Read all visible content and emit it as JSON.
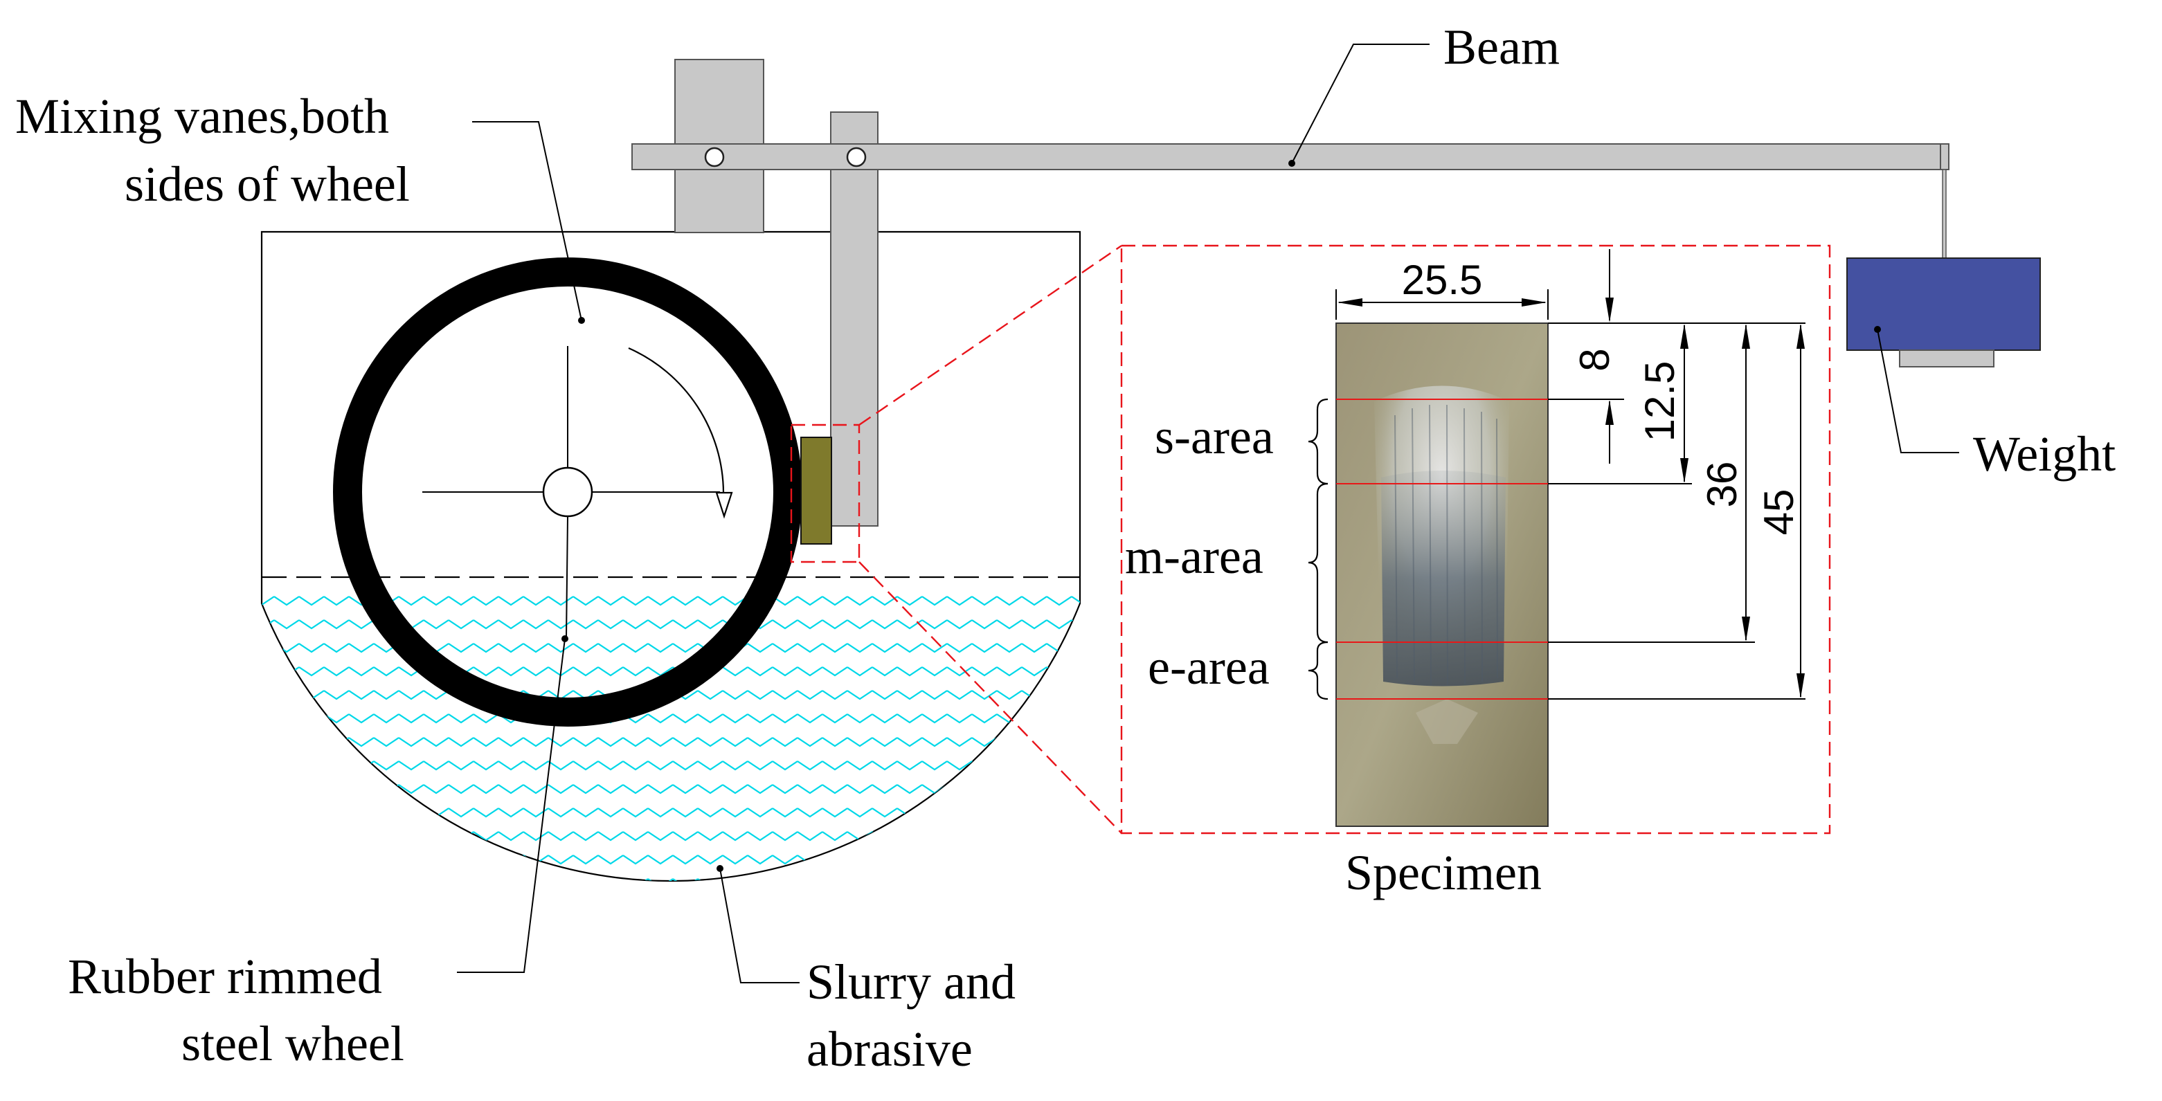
{
  "labels": {
    "beam": "Beam",
    "mixing_vanes_line1": "Mixing vanes,both",
    "mixing_vanes_line2": "sides of wheel",
    "weight": "Weight",
    "rubber_wheel_line1": "Rubber rimmed",
    "rubber_wheel_line2": "steel wheel",
    "slurry_line1": "Slurry and",
    "slurry_line2": "abrasive",
    "specimen": "Specimen",
    "s_area": "s-area",
    "m_area": "m-area",
    "e_area": "e-area"
  },
  "dimensions": {
    "width": "25.5",
    "d8": "8",
    "d12_5": "12.5",
    "d36": "36",
    "d45": "45"
  },
  "colors": {
    "weight_fill": "#4451a1",
    "slurry_wave": "#00d8e8",
    "zoom_dash": "#e8141b",
    "specimen_area_line": "#e81818",
    "pad_fill": "#7f7a2c",
    "frame_gray": "#c8c8c8"
  }
}
